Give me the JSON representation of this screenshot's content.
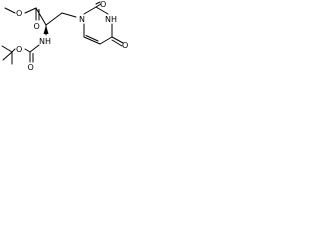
{
  "molecule": {
    "atoms": {
      "ester_o_single": "O",
      "ester_o_double": "O",
      "carbamate_o_double": "O",
      "carbamate_o_single": "O",
      "amide_nh": "NH",
      "ring_n1": "N",
      "ring_nh3": "NH",
      "ring_o2": "O",
      "ring_o4": "O"
    }
  },
  "colors": {
    "ink": "#000000",
    "background": "#ffffff"
  }
}
